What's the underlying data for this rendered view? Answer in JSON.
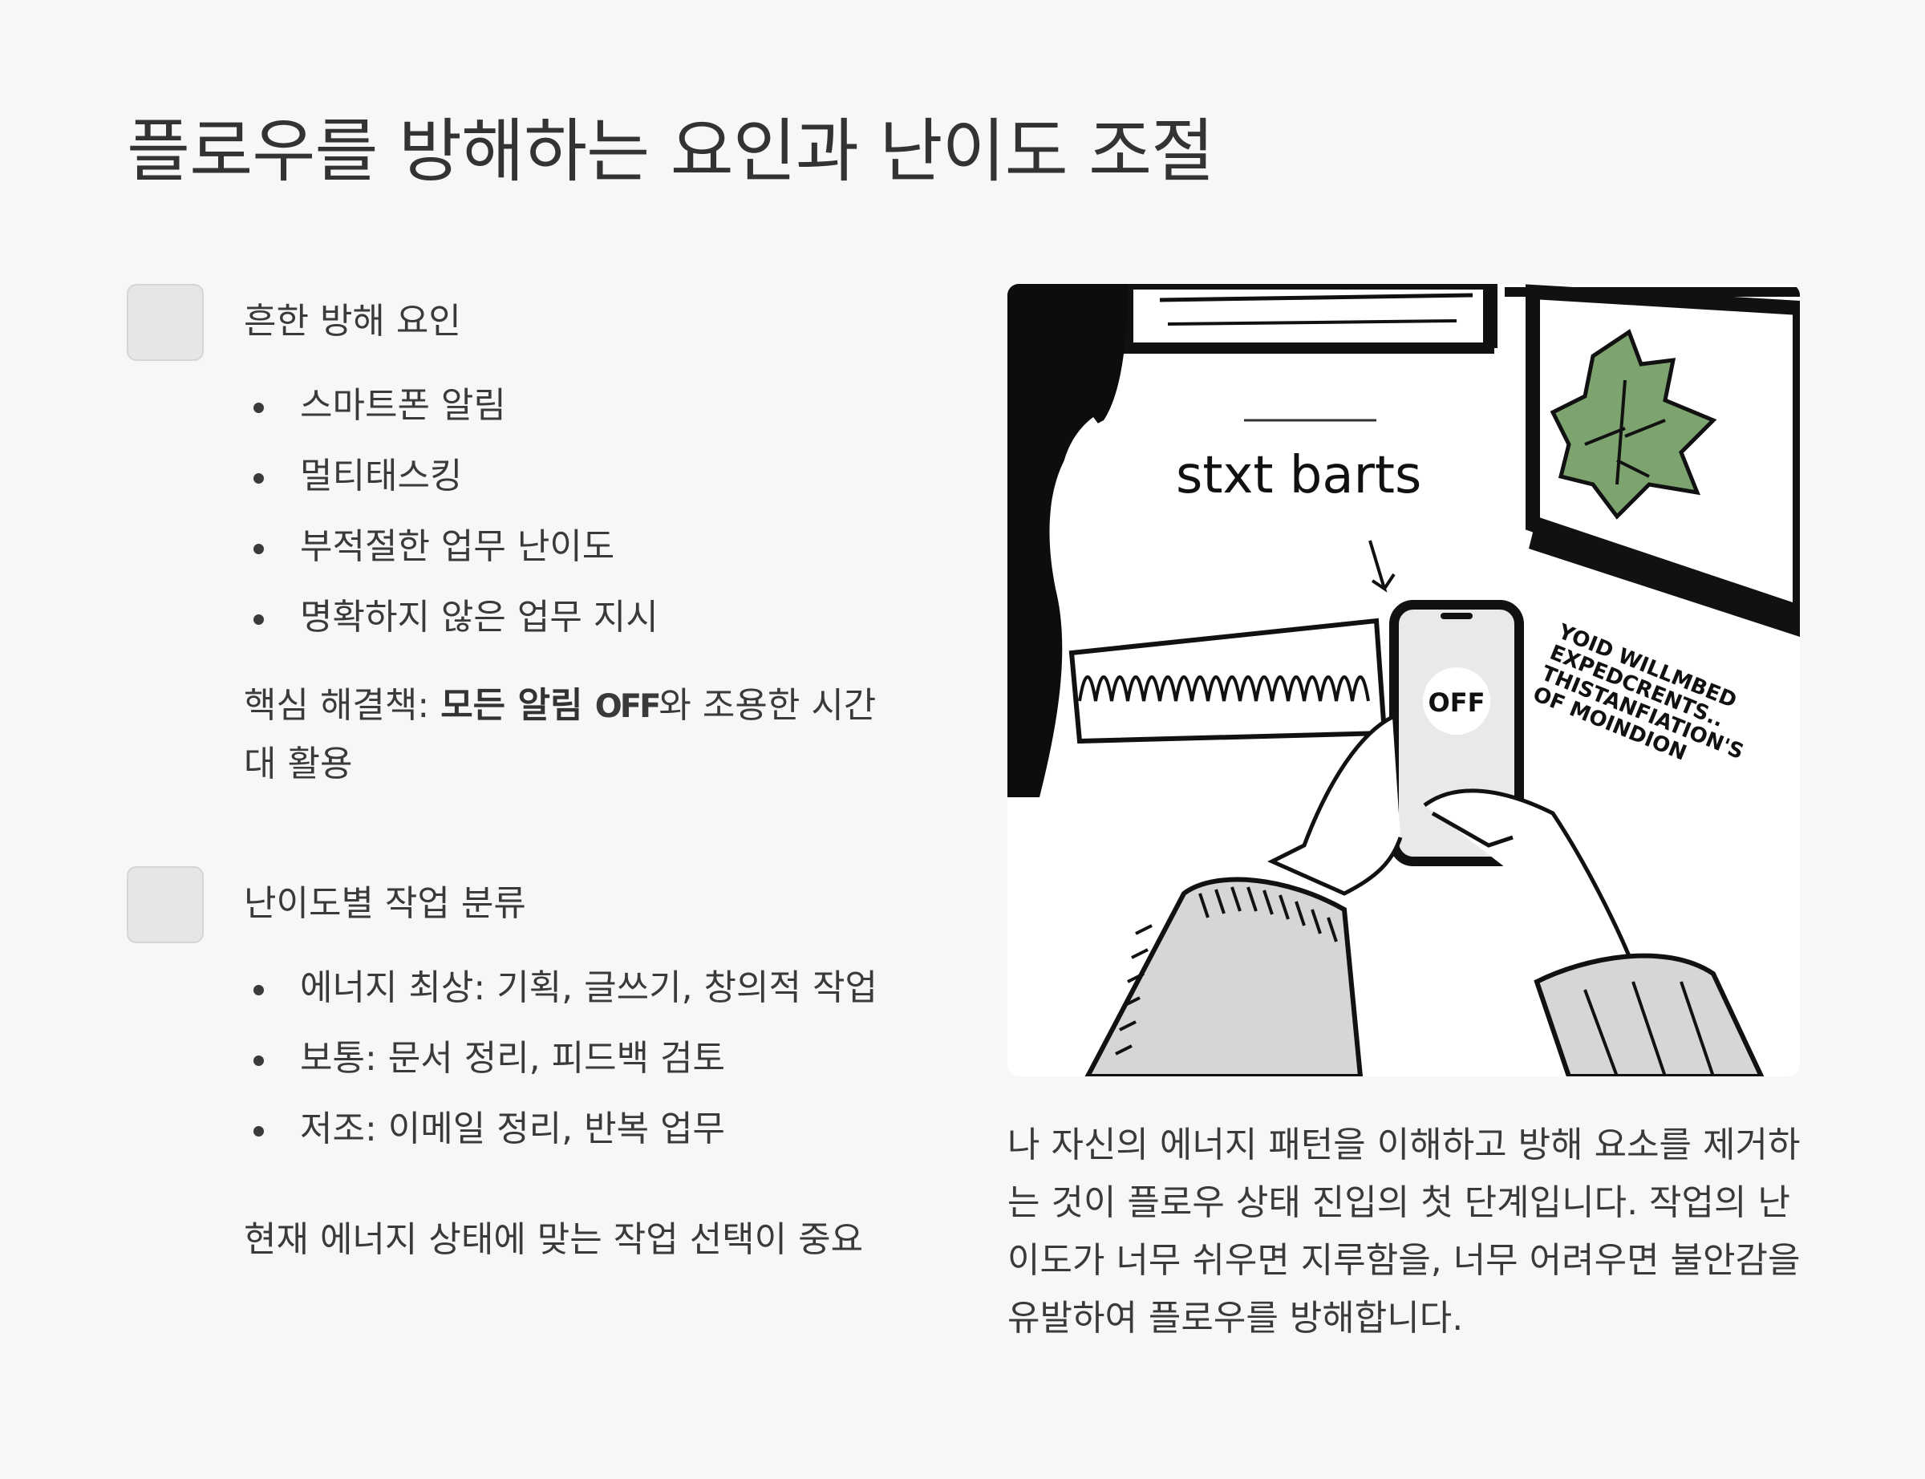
{
  "title": "플로우를 방해하는 요인과 난이도 조절",
  "section1": {
    "heading": "흔한 방해 요인",
    "bullets": [
      "스마트폰 알림",
      "멀티태스킹",
      "부적절한 업무 난이도",
      "명확하지 않은 업무 지시"
    ],
    "note_prefix": "핵심 해결책: ",
    "note_bold": "모든 알림 ",
    "note_off": "OFF",
    "note_suffix": "와 조용한 시간대 활용"
  },
  "section2": {
    "heading": "난이도별 작업 분류",
    "bullets": [
      "에너지 최상: 기획, 글쓰기, 창의적 작업",
      "보통: 문서 정리, 피드백 검토",
      "저조: 이메일 정리, 반복 업무"
    ],
    "note": "현재 에너지 상태에 맞는 작업 선택이 중요"
  },
  "illustration": {
    "board_text": "stxt barts",
    "phone_text": "OFF",
    "poster_lines": [
      "YOID WILLMBED",
      "EXPEDCRENTS..",
      "THISTANFIATION'S",
      "OF MOINDION"
    ]
  },
  "caption": "나 자신의 에너지 패턴을 이해하고 방해 요소를 제거하는 것이 플로우 상태 진입의 첫 단계입니다. 작업의 난이도가 너무 쉬우면 지루함을, 너무 어려우면 불안감을 유발하여 플로우를 방해합니다."
}
